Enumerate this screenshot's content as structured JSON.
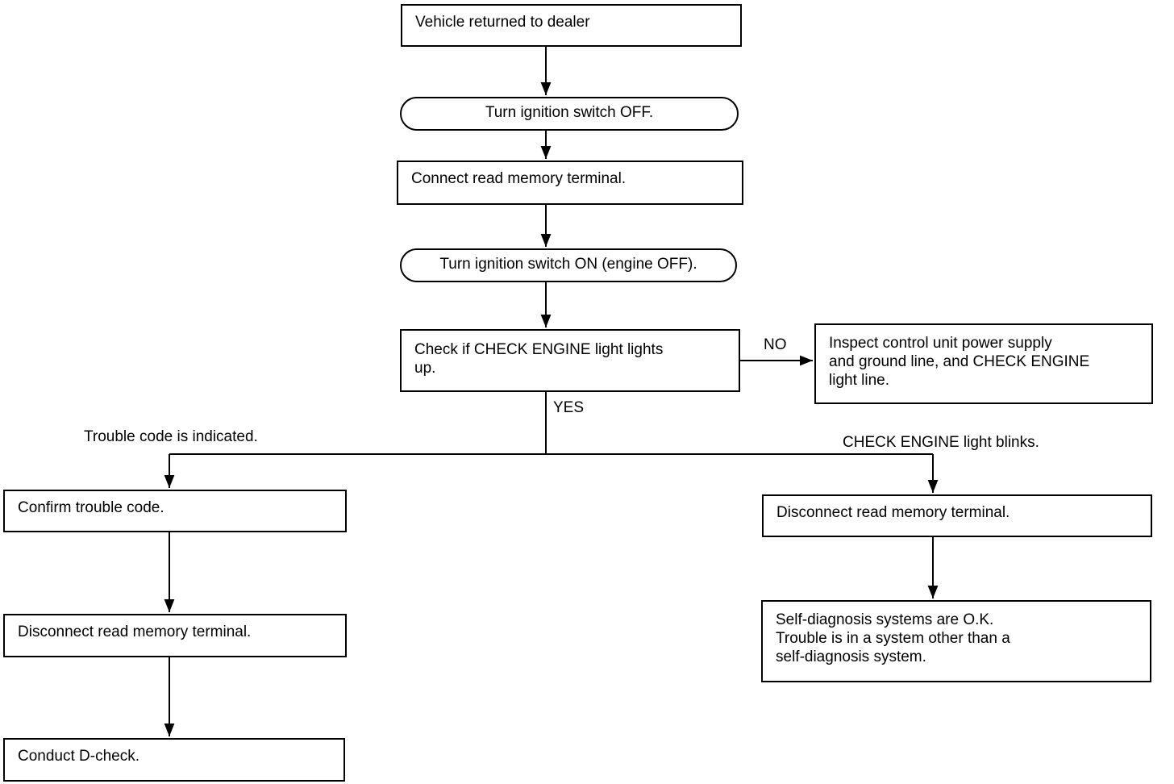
{
  "steps": {
    "vehicle_returned": "Vehicle returned to dealer",
    "ignition_off": "Turn ignition switch OFF.",
    "connect_terminal": "Connect read memory terminal.",
    "ignition_on": "Turn ignition switch ON (engine OFF).",
    "check_light": [
      "Check if CHECK ENGINE light lights",
      "up."
    ],
    "inspect_power": [
      "Inspect control unit power supply",
      "and ground line, and CHECK ENGINE",
      "light line."
    ],
    "confirm_code": "Confirm trouble code.",
    "disconnect_left": "Disconnect read memory terminal.",
    "conduct_dcheck": "Conduct D-check.",
    "disconnect_right": "Disconnect read memory terminal.",
    "self_diag_ok": [
      "Self-diagnosis systems are O.K.",
      "Trouble is in a system other than a",
      "self-diagnosis system."
    ]
  },
  "labels": {
    "no": "NO",
    "yes": "YES",
    "trouble_code_indicated": "Trouble code is indicated.",
    "light_blinks": "CHECK ENGINE light blinks."
  }
}
